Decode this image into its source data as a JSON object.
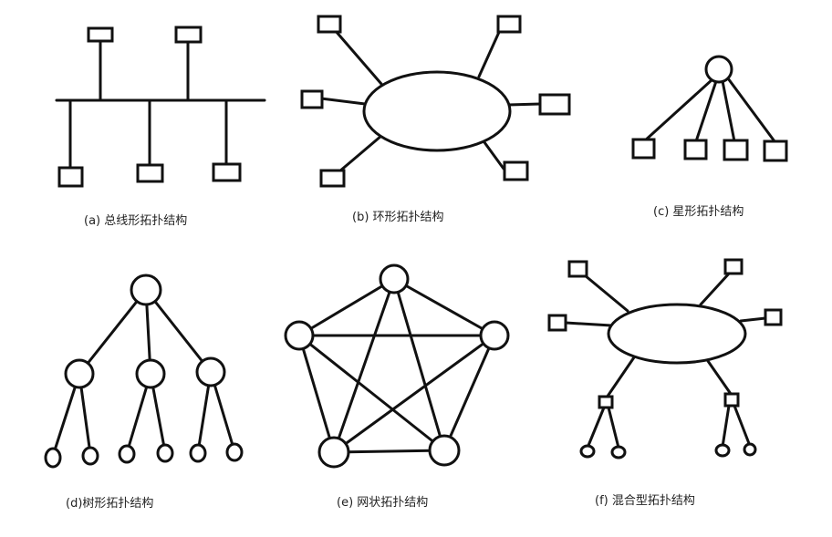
{
  "diagram": {
    "captions": {
      "a": "(a)  总线形拓扑结构",
      "b": "(b)  环形拓扑结构",
      "c": "(c)  星形拓扑结构",
      "d": "(d)树形拓扑结构",
      "e": "(e)  网状拓扑结构",
      "f": "(f)  混合型拓扑结构"
    }
  }
}
